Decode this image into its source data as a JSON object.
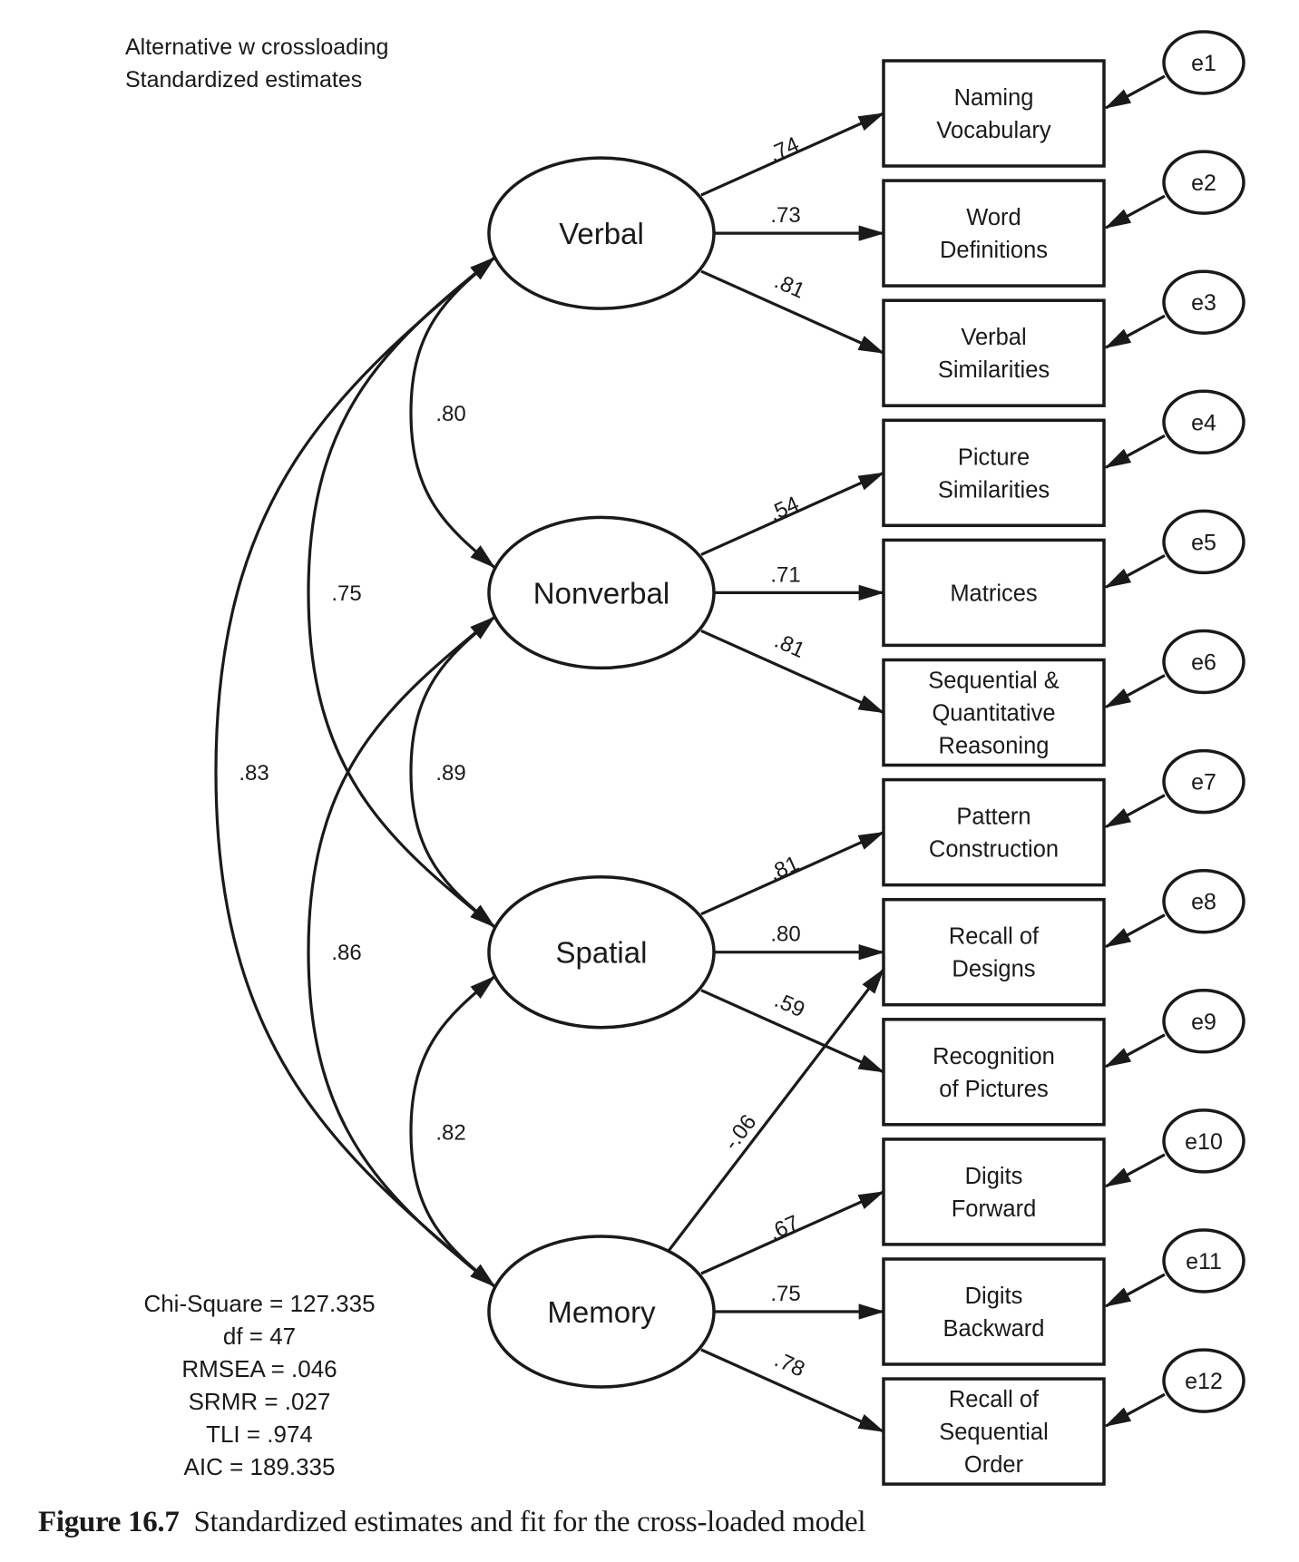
{
  "header": {
    "line1": "Alternative w crossloading",
    "line2": "Standardized estimates"
  },
  "latents": [
    {
      "id": "verbal",
      "label": "Verbal"
    },
    {
      "id": "nonverbal",
      "label": "Nonverbal"
    },
    {
      "id": "spatial",
      "label": "Spatial"
    },
    {
      "id": "memory",
      "label": "Memory"
    }
  ],
  "observed": [
    {
      "id": "naming-vocabulary",
      "lines": [
        "Naming",
        "Vocabulary"
      ],
      "error": "e1"
    },
    {
      "id": "word-definitions",
      "lines": [
        "Word",
        "Definitions"
      ],
      "error": "e2"
    },
    {
      "id": "verbal-similarities",
      "lines": [
        "Verbal",
        "Similarities"
      ],
      "error": "e3"
    },
    {
      "id": "picture-similarities",
      "lines": [
        "Picture",
        "Similarities"
      ],
      "error": "e4"
    },
    {
      "id": "matrices",
      "lines": [
        "Matrices"
      ],
      "error": "e5"
    },
    {
      "id": "sequential-quantitative-reasoning",
      "lines": [
        "Sequential &",
        "Quantitative",
        "Reasoning"
      ],
      "error": "e6"
    },
    {
      "id": "pattern-construction",
      "lines": [
        "Pattern",
        "Construction"
      ],
      "error": "e7"
    },
    {
      "id": "recall-of-designs",
      "lines": [
        "Recall of",
        "Designs"
      ],
      "error": "e8"
    },
    {
      "id": "recognition-of-pictures",
      "lines": [
        "Recognition",
        "of Pictures"
      ],
      "error": "e9"
    },
    {
      "id": "digits-forward",
      "lines": [
        "Digits",
        "Forward"
      ],
      "error": "e10"
    },
    {
      "id": "digits-backward",
      "lines": [
        "Digits",
        "Backward"
      ],
      "error": "e11"
    },
    {
      "id": "recall-of-sequential-order",
      "lines": [
        "Recall of",
        "Sequential",
        "Order"
      ],
      "error": "e12"
    }
  ],
  "loadings": [
    {
      "from": "verbal",
      "to": "naming-vocabulary",
      "value": ".74"
    },
    {
      "from": "verbal",
      "to": "word-definitions",
      "value": ".73"
    },
    {
      "from": "verbal",
      "to": "verbal-similarities",
      "value": ".81"
    },
    {
      "from": "nonverbal",
      "to": "picture-similarities",
      "value": ".54"
    },
    {
      "from": "nonverbal",
      "to": "matrices",
      "value": ".71"
    },
    {
      "from": "nonverbal",
      "to": "sequential-quantitative-reasoning",
      "value": ".81"
    },
    {
      "from": "spatial",
      "to": "pattern-construction",
      "value": ".81"
    },
    {
      "from": "spatial",
      "to": "recall-of-designs",
      "value": ".80"
    },
    {
      "from": "spatial",
      "to": "recognition-of-pictures",
      "value": ".59"
    },
    {
      "from": "memory",
      "to": "recall-of-designs",
      "value": "-.06",
      "crossloading": true
    },
    {
      "from": "memory",
      "to": "digits-forward",
      "value": ".67"
    },
    {
      "from": "memory",
      "to": "digits-backward",
      "value": ".75"
    },
    {
      "from": "memory",
      "to": "recall-of-sequential-order",
      "value": ".78"
    }
  ],
  "covariances": [
    {
      "a": "verbal",
      "b": "nonverbal",
      "value": ".80"
    },
    {
      "a": "verbal",
      "b": "spatial",
      "value": ".75"
    },
    {
      "a": "verbal",
      "b": "memory",
      "value": ".83"
    },
    {
      "a": "nonverbal",
      "b": "spatial",
      "value": ".89"
    },
    {
      "a": "nonverbal",
      "b": "memory",
      "value": ".86"
    },
    {
      "a": "spatial",
      "b": "memory",
      "value": ".82"
    }
  ],
  "fit": [
    "Chi-Square = 127.335",
    "df = 47",
    "RMSEA = .046",
    "SRMR = .027",
    "TLI = .974",
    "AIC = 189.335"
  ],
  "caption": {
    "label": "Figure 16.7",
    "text": "Standardized estimates and fit for the cross-loaded model"
  }
}
